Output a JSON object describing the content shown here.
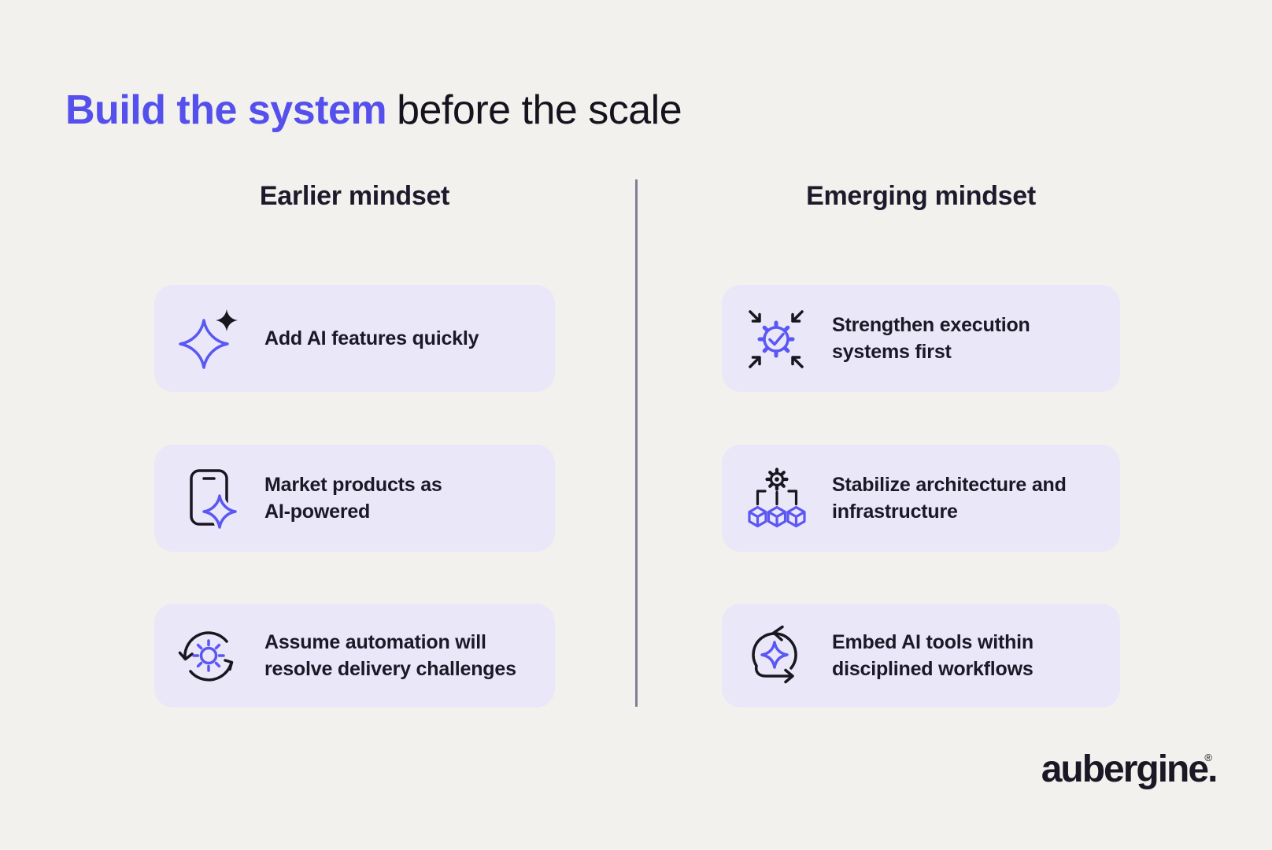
{
  "title": {
    "highlight": "Build the system",
    "rest": "before the scale"
  },
  "columns": [
    {
      "header": "Earlier mindset",
      "cards": [
        {
          "icon": "sparkle-icon",
          "text": "Add AI features quickly"
        },
        {
          "icon": "phone-sparkle-icon",
          "text": "Market products as\nAI-powered"
        },
        {
          "icon": "automation-cycle-icon",
          "text": "Assume automation will\nresolve delivery challenges"
        }
      ]
    },
    {
      "header": "Emerging mindset",
      "cards": [
        {
          "icon": "gear-check-compress-icon",
          "text": "Strengthen execution\nsystems first"
        },
        {
          "icon": "gear-modules-icon",
          "text": "Stabilize architecture and\ninfrastructure"
        },
        {
          "icon": "sprint-loop-sparkle-icon",
          "text": "Embed AI tools within\ndisciplined workflows"
        }
      ]
    }
  ],
  "logo": {
    "text": "aubergine.",
    "registered": "®"
  },
  "colors": {
    "page_background": "#F2F1EE",
    "card_background": "#E9E7F8",
    "accent_purple": "#5550EC",
    "icon_blue": "#5B57F3",
    "icon_black": "#18161F",
    "text_dark": "#1B1926",
    "divider": "#817E96"
  }
}
